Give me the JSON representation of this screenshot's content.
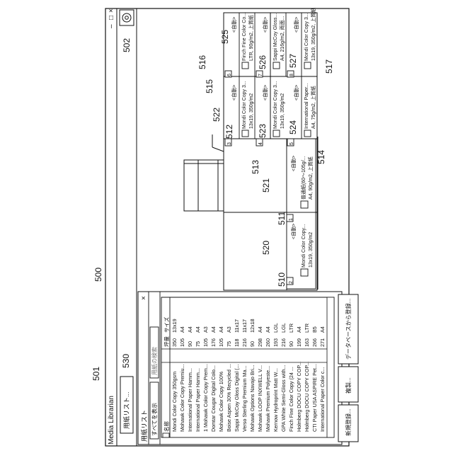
{
  "refs": {
    "r500": "500",
    "r501": "501",
    "r502": "502",
    "r510": "510",
    "r511": "511",
    "r512": "512",
    "r513": "513",
    "r514": "514",
    "r515": "515",
    "r516": "516",
    "r517": "517",
    "r520": "520",
    "r521": "521",
    "r522": "522",
    "r523": "523",
    "r524": "524",
    "r525": "525",
    "r526": "526",
    "r527": "527",
    "r530": "530"
  },
  "window": {
    "title": "Media Librarian",
    "minimize": "–",
    "maximize": "□",
    "close": "×",
    "toolbar_field": "用紙リスト..."
  },
  "panel": {
    "title": "用紙リスト",
    "close": "×",
    "filter_select": "すべてを表示",
    "search_placeholder": "用紙の検索",
    "columns": [
      "名称",
      "坪量",
      "サイズ"
    ],
    "rows": [
      [
        "Mondi Color Copy 350gsm",
        "350",
        "13x19"
      ],
      [
        "Mohawk Color Copy Premiu...",
        "105",
        "A4"
      ],
      [
        "International Paper Hamm...",
        "90",
        "A4"
      ],
      [
        "International Paper Hamm...",
        "75",
        "A4"
      ],
      [
        "1 Mohawk Color Copy Prem...",
        "105",
        "A3"
      ],
      [
        "Domtar Cougar Digital Colo...",
        "176",
        "A4"
      ],
      [
        "Mohawk Color Copy 100%",
        "105",
        "A4"
      ],
      [
        "Boise Aspen 30% Recycled ...",
        "75",
        "A3"
      ],
      [
        "Sappi McCoy Gloss Digital (...",
        "118",
        "11x17"
      ],
      [
        "Verso Sterling Premium Ma...",
        "216",
        "11x17"
      ],
      [
        "Mohawk Options Navajo Bri...",
        "90",
        "12x18"
      ],
      [
        "Mohawk LOOP INXWELL V...",
        "298",
        "A4"
      ],
      [
        "Mohawk Premium Polyeste...",
        "260",
        "A4"
      ],
      [
        "Kernow Hydroprint Matt W...",
        "193",
        "LGL"
      ],
      [
        "GPA White Semi-Gloss with...",
        "216",
        "LGL"
      ],
      [
        "Finch Fine Color Copy (24 ...",
        "90",
        "LTR"
      ],
      [
        "Holmberg DOCU COPY COP...",
        "199",
        "A4"
      ],
      [
        "Holmberg DOCU COPY COP...",
        "163",
        "LTR"
      ],
      [
        "CTI Paper USA ASPIRE Pet...",
        "266",
        "B5"
      ],
      [
        "International Paper Color c...",
        "271",
        "A4"
      ]
    ],
    "btn_new": "新規登録...",
    "btn_copy": "複製...",
    "btn_db": "データベースから登録..."
  },
  "trays": [
    {
      "num": "2",
      "name": "Mondi Color Copy...",
      "spec": "13x19, 350g/m2",
      "flag": "<自動>"
    },
    {
      "num": "1",
      "name": "普通紙(60～105g/...",
      "spec": "A4, 90g/m2, 上質紙",
      "flag": "<自動>"
    },
    {
      "num": "3",
      "name": "Mondi Color Copy 3...",
      "spec": "13x19, 350g/m2",
      "flag": "<自動>"
    },
    {
      "num": "4",
      "name": "Mondi Color Copy 3...",
      "spec": "13x19, 350g/m2",
      "flag": "<自動>"
    },
    {
      "num": "5",
      "name": "International Paper...",
      "spec": "A4, 75g/m2, 上質紙",
      "flag": "<自動>"
    },
    {
      "num": "6",
      "name": "Finch Fine Color Co...",
      "spec": "LTR, 90g/m2, 上質紙",
      "flag": "<自動>"
    },
    {
      "num": "7",
      "name": "Sappi McCoy Gloss...",
      "spec": "A4, 216g/m2, 両面...",
      "flag": "<自動>"
    },
    {
      "num": "8",
      "name": "Mondi Color Copy 3...",
      "spec": "13x19, 350g/m2, 上質紙",
      "flag": "<自動>"
    }
  ]
}
